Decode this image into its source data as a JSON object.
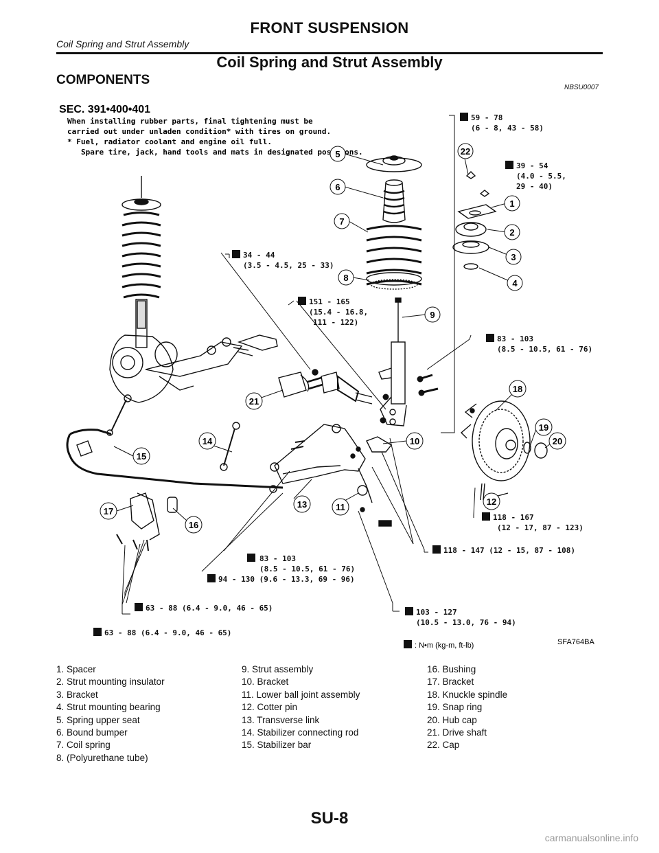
{
  "header": {
    "title": "FRONT SUSPENSION",
    "subtitle": "Coil Spring and Strut Assembly"
  },
  "page": {
    "heading": "Coil Spring and Strut Assembly",
    "section": "COMPONENTS",
    "section_code": "NBSU0007"
  },
  "figure": {
    "sec": "SEC. 391•400•401",
    "notes": [
      "When installing rubber parts, final tightening must be",
      "carried out under unladen condition* with tires on ground.",
      "* Fuel, radiator coolant and engine oil full.",
      "Spare tire, jack, hand tools and mats in designated positions."
    ],
    "torques": [
      [
        "59 - 78",
        "(6 - 8, 43 - 58)"
      ],
      [
        "39 - 54",
        "(4.0 - 5.5,",
        "29 - 40)"
      ],
      [
        "34 - 44",
        "(3.5 - 4.5, 25 - 33)"
      ],
      [
        "151 - 165",
        "(15.4 - 16.8,",
        "111 - 122)"
      ],
      [
        "83 - 103",
        "(8.5 - 10.5, 61 - 76)"
      ],
      [
        "118 - 167",
        "(12 - 17, 87 - 123)"
      ],
      [
        "118 - 147 (12 - 15, 87 - 108)"
      ],
      [
        "83 - 103",
        "(8.5 - 10.5, 61 - 76)"
      ],
      [
        "94 - 130 (9.6 - 13.3, 69 - 96)"
      ],
      [
        "63 - 88 (6.4 - 9.0, 46 - 65)"
      ],
      [
        "103 - 127",
        "(10.5 - 13.0, 76 - 94)"
      ],
      [
        "63 - 88 (6.4 - 9.0, 46 - 65)"
      ]
    ],
    "callouts": [
      "1",
      "2",
      "3",
      "4",
      "5",
      "6",
      "7",
      "8",
      "9",
      "10",
      "11",
      "12",
      "13",
      "14",
      "15",
      "16",
      "17",
      "18",
      "19",
      "20",
      "21",
      "22"
    ],
    "figure_id": "SFA764BA",
    "unit_legend": ": N•m (kg-m, ft-lb)"
  },
  "parts": [
    [
      "1. Spacer",
      "2. Strut mounting insulator",
      "3. Bracket",
      "4. Strut mounting bearing",
      "5. Spring upper seat",
      "6. Bound bumper",
      "7. Coil spring",
      "8. (Polyurethane tube)"
    ],
    [
      "9. Strut assembly",
      "10. Bracket",
      "11. Lower ball joint assembly",
      "12. Cotter pin",
      "13. Transverse link",
      "14. Stabilizer connecting rod",
      "15. Stabilizer bar"
    ],
    [
      "16. Bushing",
      "17. Bracket",
      "18. Knuckle spindle",
      "19. Snap ring",
      "20. Hub cap",
      "21. Drive shaft",
      "22. Cap"
    ]
  ],
  "footer": {
    "page_number": "SU-8"
  },
  "watermark": "carmanualsonline.info"
}
